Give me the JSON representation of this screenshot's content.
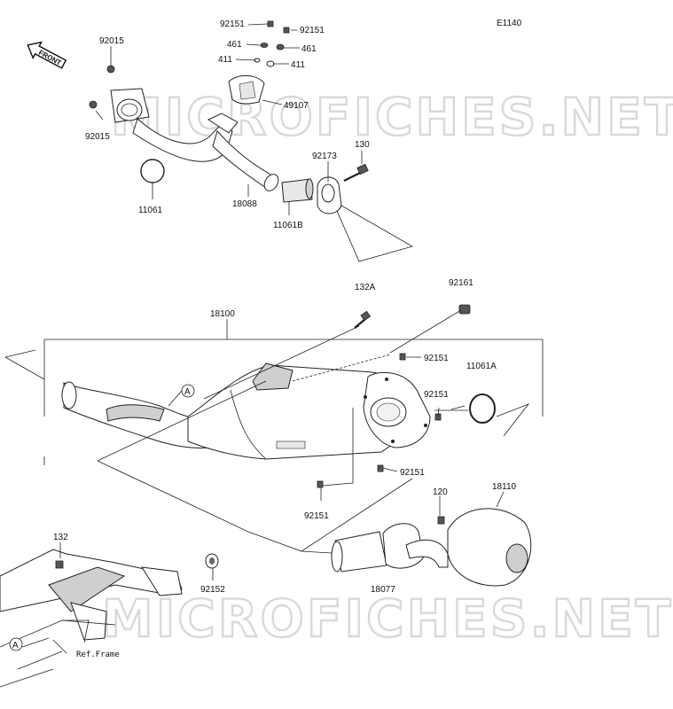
{
  "diagram_code": "E1140",
  "front_label": "FRONT",
  "watermark": "MICROFICHES.NET",
  "ref_frame": "Ref.Frame",
  "callout_a": "A",
  "parts": {
    "p92151_a": "92151",
    "p92151_b": "92151",
    "p461_a": "461",
    "p461_b": "461",
    "p411_a": "411",
    "p411_b": "411",
    "p49107": "49107",
    "p92015_a": "92015",
    "p92015_b": "92015",
    "p11061": "11061",
    "p18088": "18088",
    "p11061B": "11061B",
    "p92173": "92173",
    "p130": "130",
    "p132A": "132A",
    "p92161": "92161",
    "p18100": "18100",
    "p92151_c": "92151",
    "p11061A": "11061A",
    "p92151_d": "92151",
    "p92151_e": "92151",
    "p92151_f": "92151",
    "p120": "120",
    "p18110": "18110",
    "p18077": "18077",
    "p132": "132",
    "p92152": "92152"
  }
}
